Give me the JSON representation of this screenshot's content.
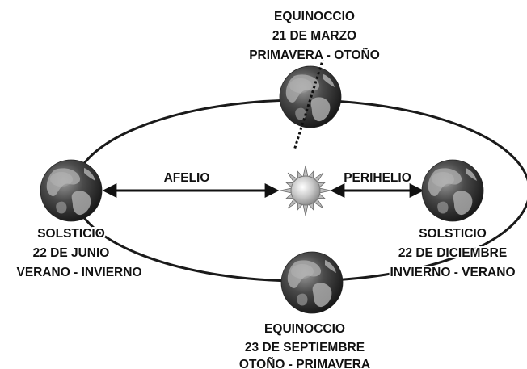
{
  "labels": {
    "march": {
      "line1": "EQUINOCCIO",
      "line2": "21 DE MARZO",
      "line3": "PRIMAVERA - OTOÑO"
    },
    "june": {
      "line1": "SOLSTICIO",
      "line2": "22 DE JUNIO",
      "line3": "VERANO - INVIERNO"
    },
    "december": {
      "line1": "SOLSTICIO",
      "line2": "22 DE DICIEMBRE",
      "line3": "INVIERNO - VERANO"
    },
    "september": {
      "line1": "EQUINOCCIO",
      "line2": "23 DE SEPTIEMBRE",
      "line3": "OTOÑO - PRIMAVERA"
    },
    "aphelion": "AFELIO",
    "perihelion": "PERIHELIO"
  },
  "colors": {
    "orbit": "#1a1a1a",
    "text": "#111111",
    "sun": "#b8b8b8",
    "earth_ocean": "#3a3a3a",
    "earth_land": "#9a9a9a"
  },
  "icons": {
    "sun": "sun-icon",
    "earth": "earth-globe-icon"
  }
}
